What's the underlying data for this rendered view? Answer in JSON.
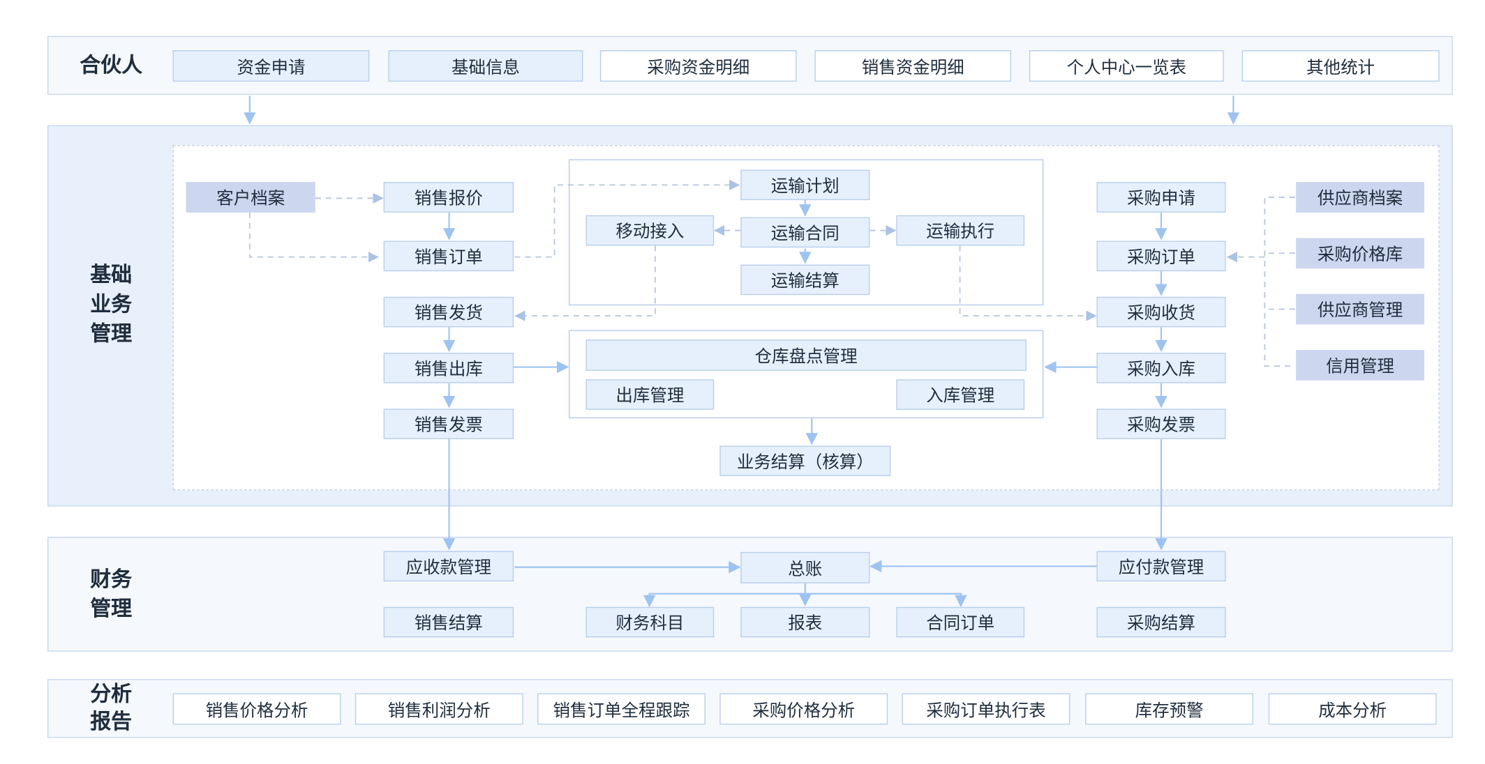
{
  "partner": {
    "label": "合伙人",
    "items": [
      "资金申请",
      "基础信息",
      "采购资金明细",
      "销售资金明细",
      "个人中心一览表",
      "其他统计"
    ]
  },
  "basic": {
    "label_lines": [
      "基础",
      "业务",
      "管理"
    ],
    "customer_archive": "客户档案",
    "sales": [
      "销售报价",
      "销售订单",
      "销售发货",
      "销售出库",
      "销售发票"
    ],
    "transport": {
      "plan": "运输计划",
      "mobile": "移动接入",
      "contract": "运输合同",
      "execution": "运输执行",
      "settlement": "运输结算"
    },
    "warehouse": {
      "inventory": "仓库盘点管理",
      "outbound": "出库管理",
      "inbound": "入库管理"
    },
    "business_settlement": "业务结算（核算）",
    "purchase": [
      "采购申请",
      "采购订单",
      "采购收货",
      "采购入库",
      "采购发票"
    ],
    "supplier_side": [
      "供应商档案",
      "采购价格库",
      "供应商管理",
      "信用管理"
    ]
  },
  "finance": {
    "label_lines": [
      "财务",
      "管理"
    ],
    "receivable": "应收款管理",
    "ledger": "总账",
    "payable": "应付款管理",
    "sales_settlement": "销售结算",
    "subjects": "财务科目",
    "report": "报表",
    "contract_order": "合同订单",
    "purchase_settlement": "采购结算"
  },
  "analysis": {
    "label_lines": [
      "分析",
      "报告"
    ],
    "items": [
      "销售价格分析",
      "销售利润分析",
      "销售订单全程跟踪",
      "采购价格分析",
      "采购订单执行表",
      "库存预警",
      "成本分析"
    ]
  },
  "colors": {
    "line": "#9ec3f0",
    "dash": "#bcc8dc",
    "box_fill": "#e6f0fc",
    "supplier_fill": "#ccd6ee",
    "band_light": "#f5f8fd",
    "band_mid": "#e7f0fb"
  }
}
